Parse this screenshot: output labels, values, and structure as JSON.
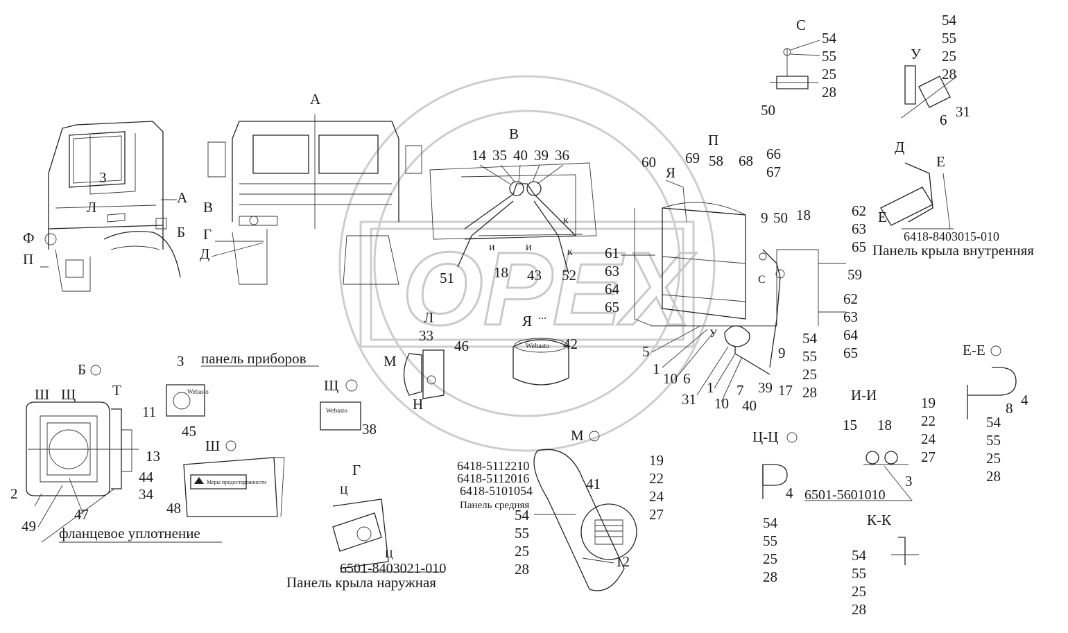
{
  "watermark": "OPEX",
  "views": {
    "A": "А",
    "B": "В",
    "C": "С",
    "U": "У",
    "P": "П",
    "D": "Д",
    "E": "Е",
    "L": "Л",
    "M": "М",
    "N": "Н",
    "Ya": "Я",
    "Z": "З",
    "G": "Г",
    "F": "Ф",
    "T": "Т",
    "Sh": "Ш",
    "Shch": "Щ",
    "I": "и",
    "K": "к",
    "Ts": "Ц"
  },
  "sections": {
    "b": "Б",
    "ee": "Е-Е",
    "ii": "И-И",
    "tsts": "Ц-Ц",
    "kk": "К-К",
    "m": "М",
    "shch": "Щ",
    "sh": "Ш"
  },
  "captions": {
    "panel_inner": "Панель крыла внутренняя",
    "panel_inner_code": "6418-8403015-010",
    "panel_outer": "Панель крыла наружная",
    "panel_outer_code": "6501-8403021-010",
    "panel_instruments": "панель приборов",
    "flange_seal": "фланцевое уплотнение",
    "code_ii": "6501-5601010",
    "code_m1": "6418-5112210",
    "code_m2": "6418-5112016",
    "code_m3": "6418-5101054",
    "panel_middle": "Панель средняя"
  },
  "callouts": {
    "c_view": [
      "54",
      "55",
      "25",
      "28",
      "50"
    ],
    "u_view": [
      "54",
      "55",
      "25",
      "28",
      "31",
      "6"
    ],
    "b_view": [
      "14",
      "35",
      "40",
      "39",
      "36",
      "51",
      "18",
      "43",
      "52"
    ],
    "p_view": [
      "60",
      "69",
      "58",
      "68",
      "66",
      "67",
      "9",
      "50",
      "18",
      "61",
      "63",
      "64",
      "65",
      "5",
      "1",
      "10",
      "6",
      "31",
      "7",
      "39",
      "17",
      "40",
      "9",
      "54",
      "55",
      "25",
      "28"
    ],
    "right_column": [
      "62",
      "63",
      "65",
      "59",
      "62",
      "63",
      "64",
      "65"
    ],
    "l_view": [
      "33",
      "46",
      "42"
    ],
    "b_section": [
      "11",
      "13",
      "44",
      "34",
      "2",
      "49",
      "47"
    ],
    "z_view": [
      "45"
    ],
    "shch_view": [
      "38"
    ],
    "sh_view": [
      "48"
    ],
    "m_view": [
      "19",
      "22",
      "24",
      "27",
      "41",
      "54",
      "55",
      "25",
      "28",
      "12"
    ],
    "tsts_view": [
      "4",
      "54",
      "55",
      "25",
      "28"
    ],
    "ii_view": [
      "15",
      "18",
      "19",
      "22",
      "24",
      "27",
      "3"
    ],
    "ee_view": [
      "8",
      "4",
      "54",
      "55",
      "25",
      "28"
    ],
    "kk_view": [
      "54",
      "55",
      "25",
      "28"
    ],
    "cab_left": [
      "3"
    ]
  },
  "stickers": {
    "webasto": "Webasto",
    "warning": "Меры предосторожности",
    "dots": "..."
  }
}
